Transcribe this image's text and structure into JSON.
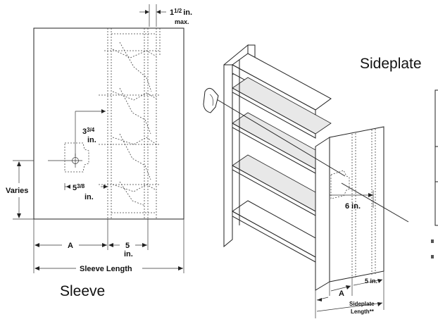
{
  "sleeve": {
    "title": "Sleeve",
    "top_dim_num": "1",
    "top_dim_frac": "1/2",
    "top_dim_unit": "in.",
    "top_dim_note": "max.",
    "dim_a": "3",
    "dim_a_frac": "3/4",
    "dim_a_unit": "in.",
    "dim_b": "5",
    "dim_b_frac": "3/8",
    "dim_b_unit": "in.",
    "varies": "Varies",
    "label_a": "A",
    "label_5": "5",
    "label_5_unit": "in.",
    "sleeve_length": "Sleeve Length"
  },
  "sideplate": {
    "title": "Sideplate",
    "dim_6": "6 in.",
    "dim_5": "5 in.",
    "label_a": "A",
    "length_line1": "Sideplate",
    "length_line2": "Length**"
  }
}
